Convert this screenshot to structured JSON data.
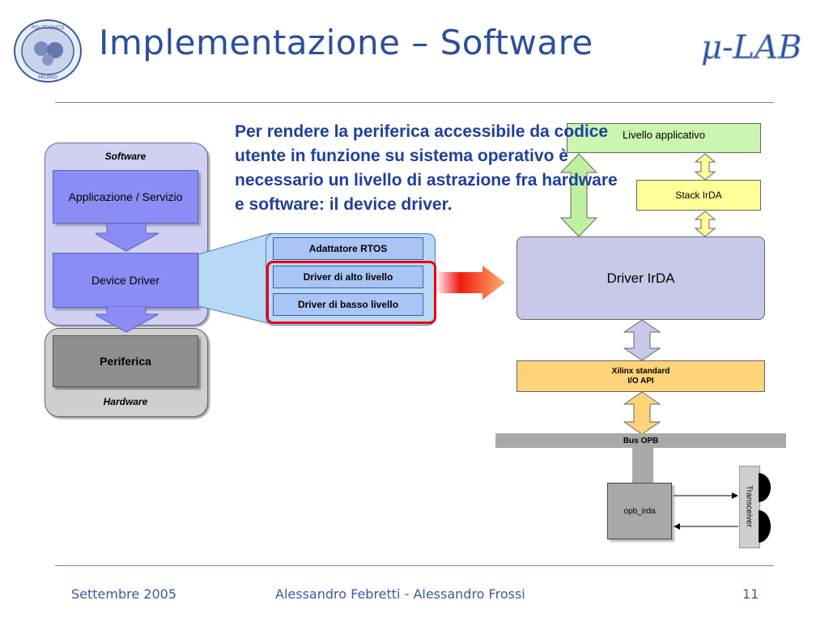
{
  "slide": {
    "title": "Implementazione – Software",
    "body_lines": [
      "Per rendere la periferica accessibile da codice",
      "utente in funzione su sistema operativo è",
      "necessario un livello di astrazione fra hardware",
      "e software: il device driver."
    ]
  },
  "logos": {
    "left_seal": {
      "lines": [
        "POLITECNICO",
        "MILANO"
      ],
      "color": "#3a5aa0"
    },
    "right_logo": {
      "text": "μ-LAB",
      "color": "#2a4f9c"
    }
  },
  "left_diagram": {
    "software_label": "Software",
    "hardware_label": "Hardware",
    "app_box": "Applicazione / Servizio",
    "driver_box": "Device Driver",
    "periph_box": "Periferica",
    "expanded": [
      "Adattatore RTOS",
      "Driver di alto livello",
      "Driver di basso livello"
    ]
  },
  "right_diagram": {
    "livello_applicativo": "Livello applicativo",
    "stack_irda": "Stack IrDA",
    "driver_irda": "Driver IrDA",
    "xilinx_api": [
      "Xilinx standard",
      "I/O API"
    ],
    "bus_opb": "Bus OPB",
    "opb_irda": "opb_irda",
    "transceiver": "Transceiver"
  },
  "colors": {
    "title": "#2a4f9c",
    "body_text": "#1f3f9e",
    "highlight": "#e8000a",
    "green_box": "#ccf5b0",
    "yellow_box": "#ffff99",
    "orange_box": "#ffd37a",
    "driver_box": "#c8c8e8"
  },
  "footer": {
    "date": "Settembre 2005",
    "authors": "Alessandro Febretti - Alessandro Frossi",
    "page": "11"
  }
}
